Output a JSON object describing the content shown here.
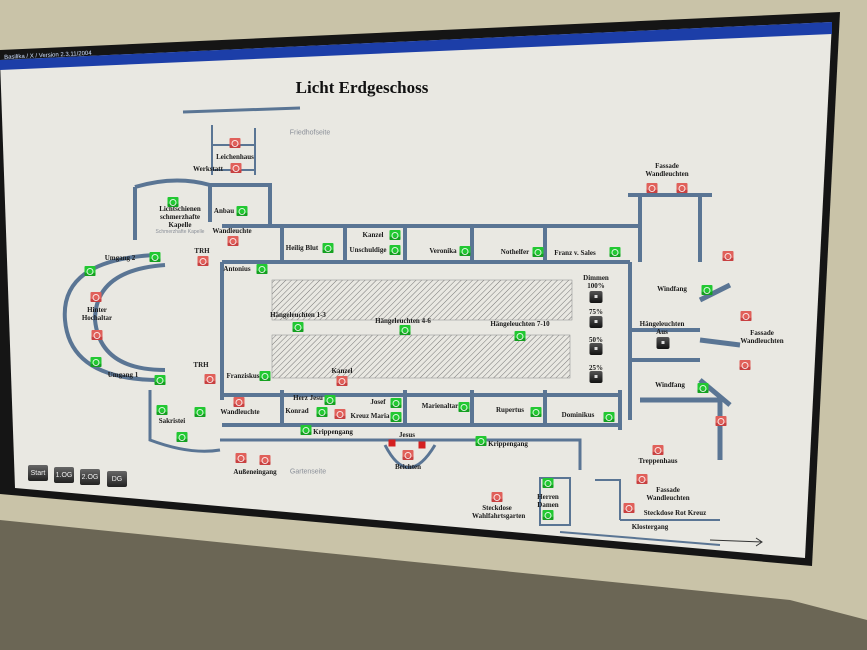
{
  "window_title": "Basilika / X / Version 2.3.11/2004",
  "page_title": "Licht Erdgeschoss",
  "side_labels": {
    "top": "Friedhofseite",
    "bottom": "Gartenseite",
    "chapel_sub": "Schmerzhafte Kapelle"
  },
  "rooms": [
    "Leichenhaus",
    "Werkstatt",
    "Lichtschienen schmerzhafte Kapelle",
    "Anbau",
    "Wandleuchte",
    "TRH",
    "Umgang 2",
    "Hinter Hochaltar",
    "Umgang 1",
    "TRH",
    "Antonius",
    "Heilig Blut",
    "Kanzel",
    "Unschuldige",
    "Veronika",
    "Nothelfer",
    "Franz v. Sales",
    "Fassade Wandleuchten",
    "Windfang",
    "Hängeleuchten 1-3",
    "Hängeleuchten 4-6",
    "Hängeleuchten 7-10",
    "Hängeleuchten Aus",
    "Fassade Wandleuchten",
    "Windfang",
    "Kanzel",
    "Franziskus",
    "Sakristei",
    "Wandleuchte",
    "Herz Jesu",
    "Konrad",
    "Josef",
    "Kreuz Maria",
    "Marienaltar",
    "Rupertus",
    "Dominikus",
    "Krippengang",
    "Krippengang",
    "Jesus",
    "Beichten",
    "Außeneingang",
    "Treppenhaus",
    "Fassade Wandleuchten",
    "Steckdose Rot Kreuz",
    "Klostergang",
    "Herren",
    "Damen",
    "Steckdose Wahlfahrtsgarten"
  ],
  "dimmer": {
    "title": "Dimmen",
    "levels": [
      "100%",
      "75%",
      "50%",
      "25%"
    ]
  },
  "lights": [
    "off",
    "off",
    "on",
    "on",
    "off",
    "off",
    "on",
    "on",
    "off",
    "off",
    "on",
    "on",
    "off",
    "on",
    "on",
    "on",
    "on",
    "on",
    "on",
    "off",
    "off",
    "off",
    "on",
    "on",
    "on",
    "on",
    "on",
    "on",
    "on",
    "on",
    "on",
    "on",
    "off",
    "off",
    "off",
    "on",
    "off",
    "on",
    "on",
    "on",
    "on",
    "on",
    "off",
    "off",
    "off",
    "off",
    "off",
    "off",
    "on",
    "on",
    "on",
    "off",
    "on",
    "off",
    "on",
    "on"
  ],
  "nav": [
    "Start",
    "1.OG",
    "2.OG",
    "DG"
  ],
  "colors": {
    "on": "#22c832",
    "off": "#e0605a",
    "wall": "#5a7594",
    "titlebar": "#1c3ea8"
  }
}
